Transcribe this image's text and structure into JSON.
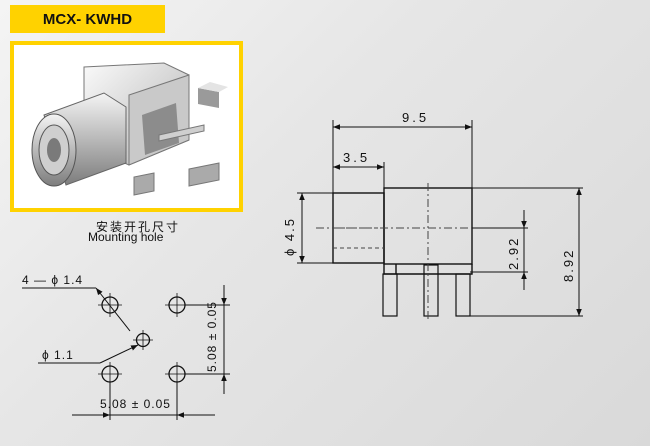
{
  "title": "MCX- KWHD",
  "caption": {
    "chinese": "安装开孔尺寸",
    "english": "Mounting hole"
  },
  "side_view": {
    "dim_overall_length": "9.5",
    "dim_barrel_length": "3.5",
    "dim_barrel_diameter": "ϕ 4.5",
    "dim_center_height": "2.92",
    "dim_total_height": "8.92"
  },
  "hole_pattern": {
    "label_large_holes": "4 — ϕ 1.4",
    "label_center_hole": "ϕ 1.1",
    "dim_vertical": "5.08 ± 0.05",
    "dim_horizontal": "5.08 ± 0.05"
  },
  "colors": {
    "accent": "#ffd200",
    "line": "#111111",
    "hidden": "#444444"
  }
}
